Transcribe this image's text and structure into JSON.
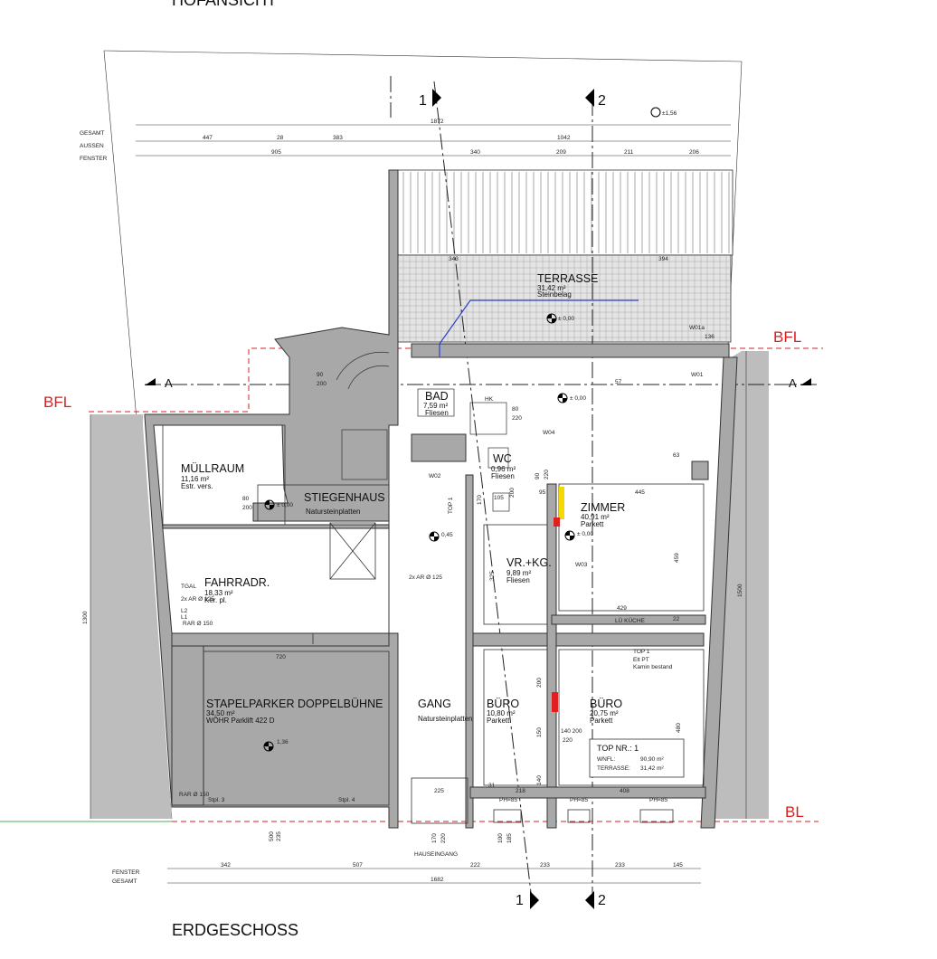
{
  "title": "ERDGESCHOSS",
  "view_label": "HOFANSICHT",
  "level_labels": {
    "bfl_right": "BFL",
    "bfl_left": "BFL",
    "bl": "BL"
  },
  "section_marks": {
    "a_left": "A",
    "a_right": "A",
    "one": "1",
    "two": "2"
  },
  "dim_row_labels": {
    "gesamt_top": "GESAMT",
    "aussen": "AUSSEN",
    "fenster_top": "FENSTER",
    "fenster_bottom": "FENSTER",
    "gesamt_bottom": "GESAMT"
  },
  "dims_top": {
    "total": "1872",
    "a1": "447",
    "a2": "28",
    "a3": "383",
    "a4": "1042",
    "f1": "905",
    "f2": "340",
    "f3": "209",
    "f4": "211",
    "f5": "206",
    "t1": "343",
    "t2": "394",
    "level": "±1,56"
  },
  "dims_bottom": {
    "d1": "342",
    "d2": "507",
    "d3": "222",
    "d4": "233",
    "d5": "233",
    "d6": "145",
    "total": "1682"
  },
  "dims_side": {
    "left": "1300",
    "right": "1500"
  },
  "rooms": [
    {
      "id": "terrasse",
      "name": "TERRASSE",
      "area": "31,42 m²",
      "material": "Steinbelag"
    },
    {
      "id": "muellraum",
      "name": "MÜLLRAUM",
      "area": "11,16 m²",
      "material": "Estr. vers."
    },
    {
      "id": "stiegenhaus",
      "name": "STIEGENHAUS",
      "area": "",
      "material": "Natursteinplatten"
    },
    {
      "id": "bad",
      "name": "BAD",
      "area": "7,59 m²",
      "material": "Fliesen"
    },
    {
      "id": "wc",
      "name": "WC",
      "area": "0,96 m²",
      "material": "Fliesen"
    },
    {
      "id": "zimmer",
      "name": "ZIMMER",
      "area": "40,91 m²",
      "material": "Parkett"
    },
    {
      "id": "fahrradr",
      "name": "FAHRRADR.",
      "area": "18,33 m²",
      "material": "Ker. pl."
    },
    {
      "id": "vrkg",
      "name": "VR.+KG.",
      "area": "9,89 m²",
      "material": "Fliesen"
    },
    {
      "id": "stapelparker",
      "name": "STAPELPARKER DOPPELBÜHNE",
      "area": "34,50 m²",
      "material": "WÖHR Parklift 422 D"
    },
    {
      "id": "gang",
      "name": "GANG",
      "area": "",
      "material": "Natursteinplatten"
    },
    {
      "id": "buero1",
      "name": "BÜRO",
      "area": "10,80 m²",
      "material": "Parkett"
    },
    {
      "id": "buero2",
      "name": "BÜRO",
      "area": "20,75 m²",
      "material": "Parkett"
    }
  ],
  "levels": {
    "terrace": "± 0,00",
    "stair": "± 0,00",
    "gang": "0,45",
    "zimmer": "± 0,00",
    "bad": "± 0,00",
    "park": "1,36"
  },
  "doors": {
    "d_90_200": "90",
    "d_90_200b": "200",
    "d_80_200": "80",
    "d_80_200b": "200",
    "d_80_220": "80",
    "d_80_220b": "220",
    "d_90_220": "90",
    "d_90_220b": "220",
    "d_105": "105",
    "d_170": "170",
    "d_200": "200",
    "hausein_170": "170",
    "hausein_220": "220",
    "w_100": "100",
    "w_185": "185"
  },
  "misc": {
    "top1": "TOP 1",
    "top1_small": "TOP 1",
    "hauseingang": "HAUSEINGANG",
    "stpl3": "Stpl. 3",
    "stpl4": "Stpl. 4",
    "w01": "W01",
    "w01a": "W01a",
    "w02": "W02",
    "w03": "W03",
    "w04": "W04",
    "lu_kueche": "LÜ KÜCHE",
    "elt_pt": "Elt PT",
    "kamin": "Kamin bestand",
    "rar150": "RAR Ø 150",
    "ar125": "2x AR Ø 125",
    "tgal": "TGAL",
    "l2": "L2",
    "l1": "L1",
    "hk": "HK",
    "dim445": "445",
    "dim459": "459",
    "dim429": "429",
    "dim720": "720",
    "dim325": "325",
    "dim225": "225",
    "dim408": "408",
    "dim218": "218",
    "dim31": "31",
    "dim95": "95",
    "dim480": "480",
    "dim500": "500",
    "dim235": "235",
    "dim140_200": "140 200",
    "dim220": "220",
    "dim150": "150",
    "dim140": "140",
    "dim200v": "200",
    "ph85": "PH=85",
    "dim63": "63",
    "dim57": "57",
    "dim22": "22",
    "dim136": "136"
  },
  "top_info": {
    "title": "TOP NR.: 1",
    "wnfl_label": "WNFL:",
    "wnfl_value": "90,90 m²",
    "terr_label": "TERRASSE:",
    "terr_value": "31,42 m²"
  }
}
